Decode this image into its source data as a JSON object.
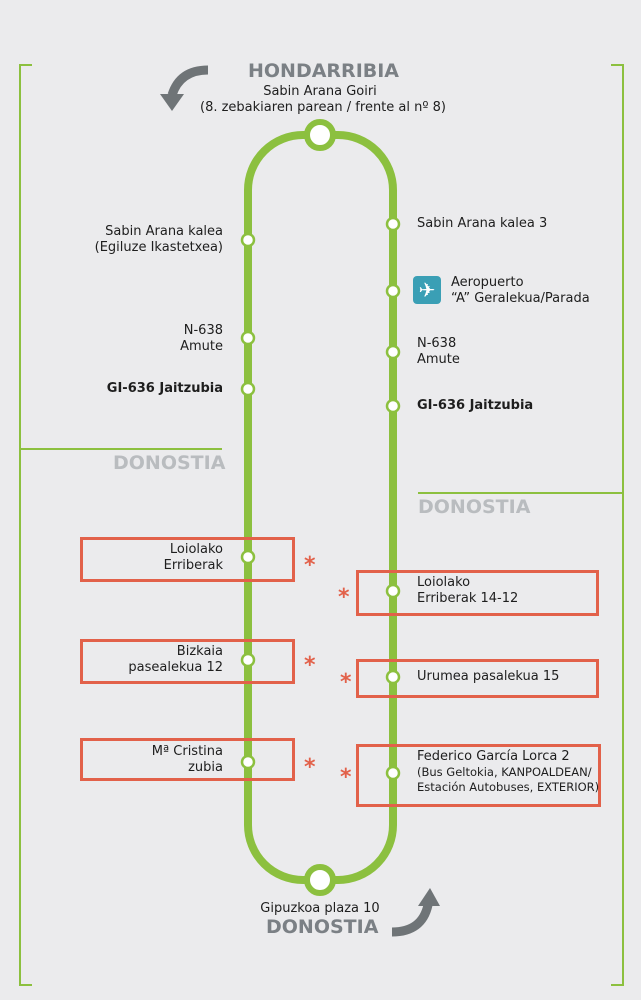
{
  "colors": {
    "line": "#8cc03f",
    "highlight": "#e2614a",
    "title": "#7b8085",
    "airport": "#3a9fb5"
  },
  "top": {
    "city": "HONDARRIBIA",
    "stop_line1": "Sabin Arana Goiri",
    "stop_line2": "(8. zebakiaren parean / frente al nº 8)"
  },
  "bottom": {
    "stop": "Gipuzkoa plaza 10",
    "city": "DONOSTIA"
  },
  "zones": {
    "left": "DONOSTIA",
    "right": "DONOSTIA"
  },
  "left_stops": [
    {
      "line1": "Sabin Arana kalea",
      "line2": "(Egiluze Ikastetxea)"
    },
    {
      "line1": "N-638",
      "line2": "Amute"
    },
    {
      "line1": "GI-636 Jaitzubia"
    },
    {
      "line1": "Loiolako",
      "line2": "Erriberak",
      "highlight": true
    },
    {
      "line1": "Bizkaia",
      "line2": "pasealekua 12",
      "highlight": true
    },
    {
      "line1": "Mª Cristina",
      "line2": "zubia",
      "highlight": true
    }
  ],
  "right_stops": [
    {
      "line1": "Sabin Arana kalea 3"
    },
    {
      "line1": "Aeropuerto",
      "line2": "“A” Geralekua/Parada",
      "icon": "airplane-icon"
    },
    {
      "line1": "N-638",
      "line2": "Amute"
    },
    {
      "line1": "GI-636 Jaitzubia"
    },
    {
      "line1": "Loiolako",
      "line2": "Erriberak 14-12",
      "highlight": true
    },
    {
      "line1": "Urumea pasalekua 15",
      "highlight": true
    },
    {
      "line1": "Federico García Lorca 2",
      "line2": "(Bus Geltokia, KANPOALDEAN/",
      "line3": "Estación Autobuses, EXTERIOR)",
      "highlight": true
    }
  ],
  "asterisk": "*",
  "plane_glyph": "✈"
}
